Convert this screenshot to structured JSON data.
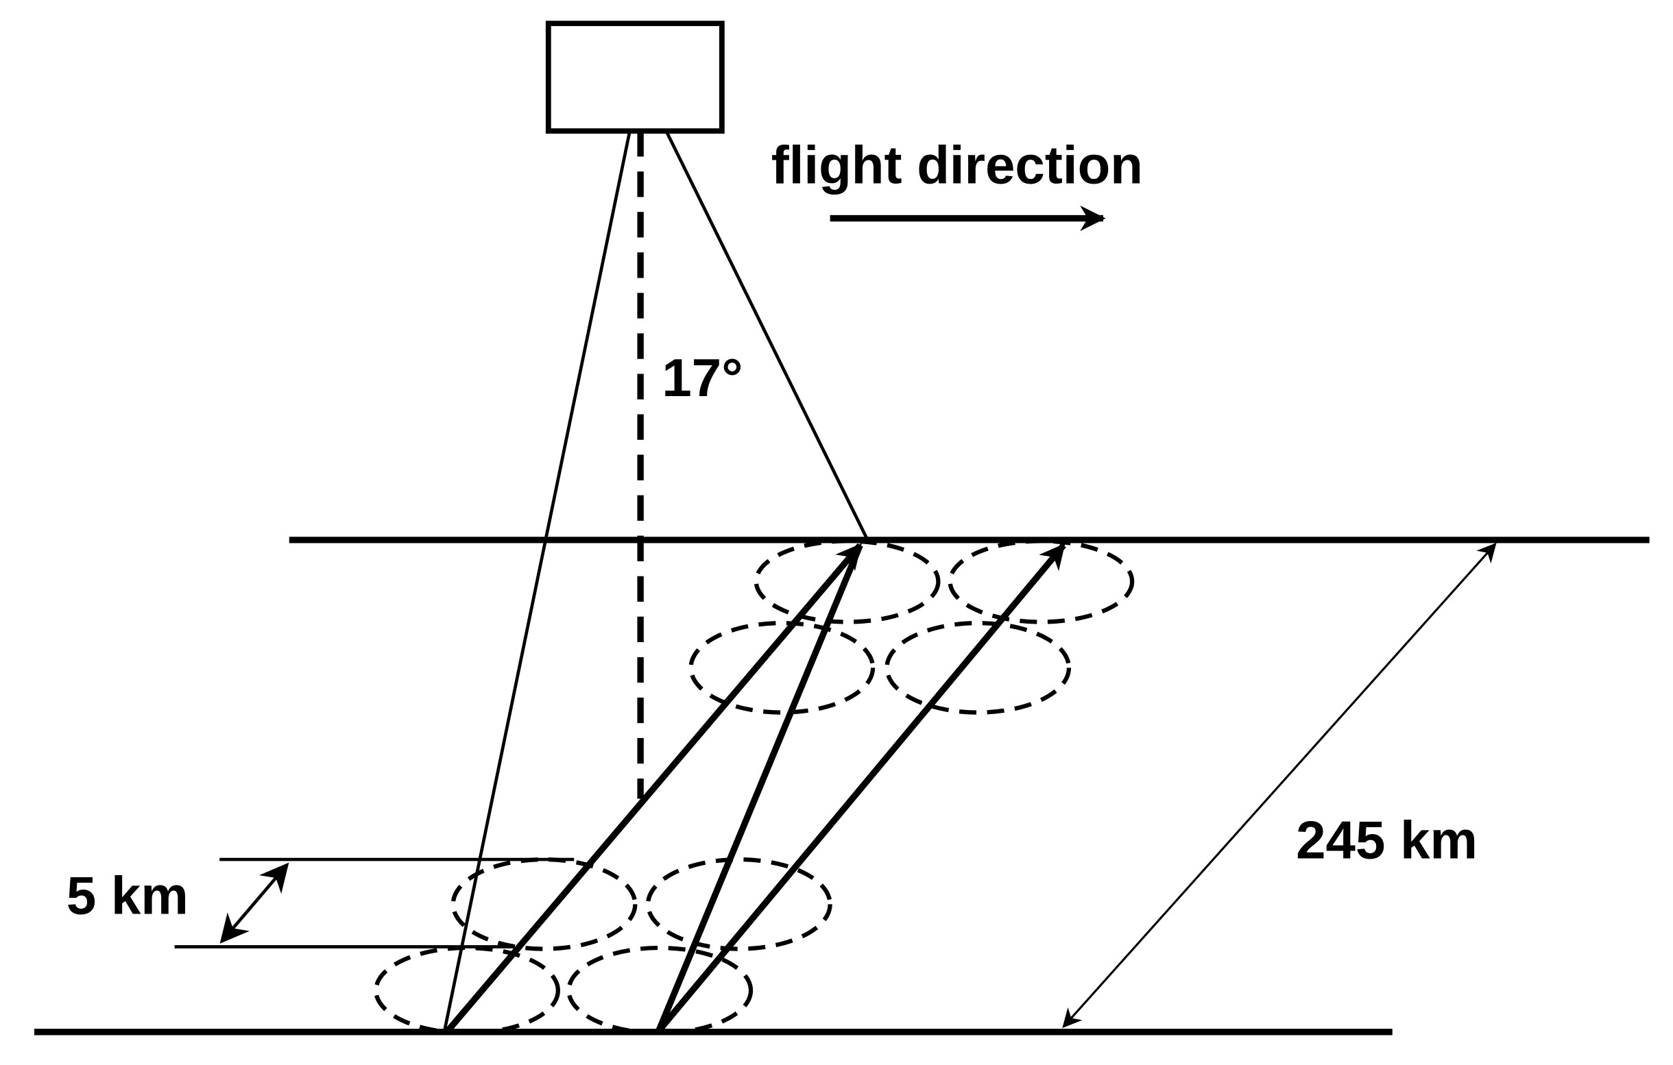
{
  "labels": {
    "flight_direction": "flight direction",
    "angle": "17°",
    "swath_width": "245 km",
    "footprint_spacing": "5 km"
  },
  "colors": {
    "stroke": "#000000",
    "background": "#ffffff"
  }
}
